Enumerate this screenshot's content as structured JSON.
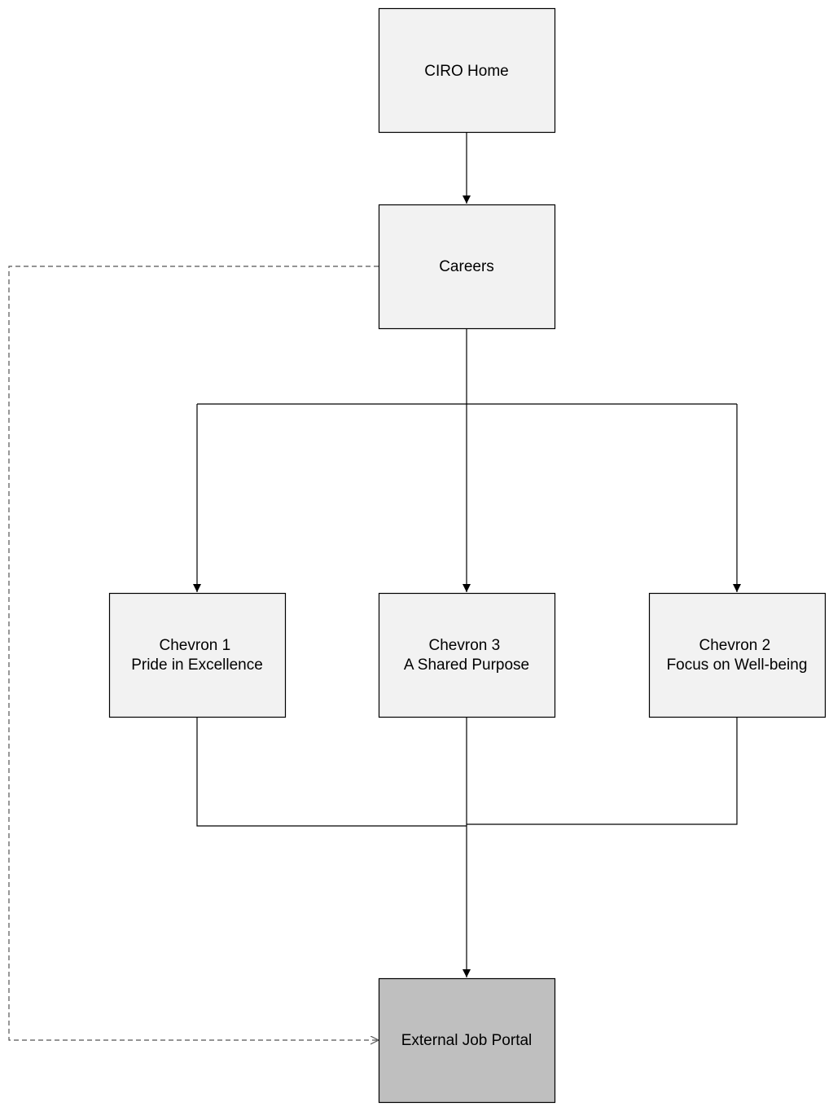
{
  "diagram": {
    "colors": {
      "box_fill": "#f2f2f2",
      "highlight_fill": "#bfbfbf",
      "stroke": "#000000",
      "dashed_stroke": "#555555"
    },
    "nodes": {
      "home": {
        "lines": [
          "CIRO Home"
        ]
      },
      "careers": {
        "lines": [
          "Careers"
        ]
      },
      "chevron1": {
        "lines": [
          "Chevron 1",
          "Pride in Excellence"
        ]
      },
      "chevron3": {
        "lines": [
          "Chevron 3",
          "A Shared Purpose"
        ]
      },
      "chevron2": {
        "lines": [
          "Chevron 2",
          "Focus on Well-being"
        ]
      },
      "portal": {
        "lines": [
          "External Job Portal"
        ]
      }
    }
  }
}
